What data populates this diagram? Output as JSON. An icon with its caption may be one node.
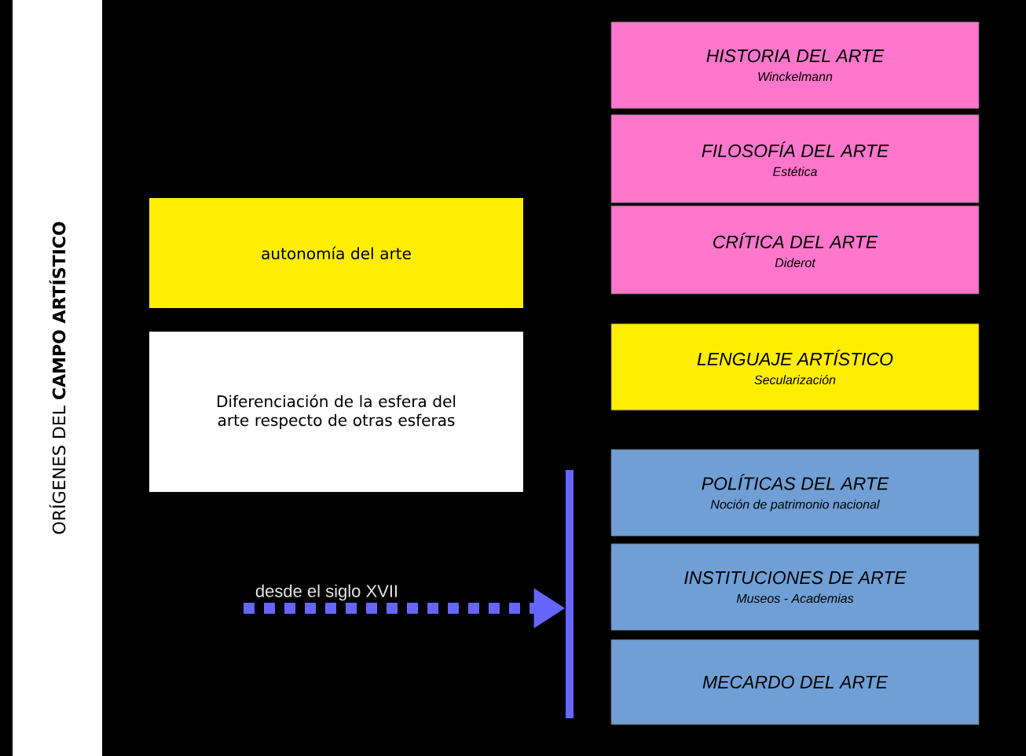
{
  "diagram": {
    "nodes": [
      {
        "text": [
          "ORÍGENES DEL **CAMPO ARTÍSTICO**"
        ]
      },
      {
        "text": [
          "autonomía del arte"
        ]
      },
      {
        "text": [
          "Diferenciación de la esfera del arte respecto de otras esferas"
        ]
      },
      {
        "text": [
          "HISTORIA DEL ARTE",
          "Winckelmann"
        ]
      },
      {
        "text": [
          "FILOSOFÍA DEL ARTE",
          "Estética"
        ]
      },
      {
        "text": [
          "CRÍTICA DEL ARTE",
          "Diderot"
        ]
      },
      {
        "text": [
          "LENGUAJE ARTÍSTICO",
          "Secularización"
        ]
      },
      {
        "text": [
          "POLÍTICAS DEL ARTE",
          "Noción de patrimonio nacional"
        ]
      },
      {
        "text": [
          "INSTITUCIONES DE ARTE",
          "Museos - Academias"
        ]
      },
      {
        "text": [
          "MECARDO DEL ARTE"
        ]
      },
      {
        "text": [],
        "shape": "bar"
      }
    ],
    "edges": [
      {
        "from": null,
        "to": 10,
        "arrow": "to",
        "style": "dashed",
        "label": "desde el siglo XVII"
      }
    ]
  }
}
